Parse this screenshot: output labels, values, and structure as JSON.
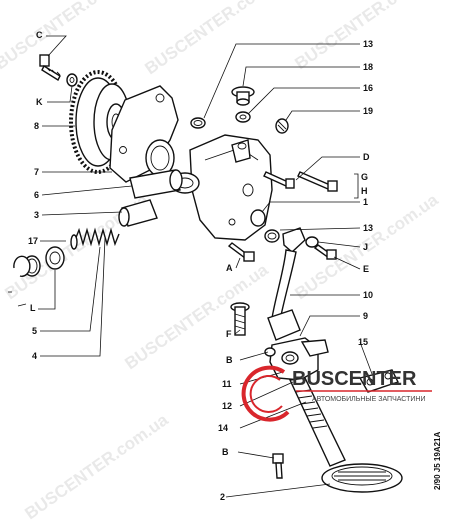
{
  "labels": {
    "C": "C",
    "K": "K",
    "n8": "8",
    "n7": "7",
    "n6": "6",
    "n3": "3",
    "n17": "17",
    "L": "L",
    "n5": "5",
    "n4": "4",
    "n13a": "13",
    "n18": "18",
    "n16": "16",
    "n19": "19",
    "D": "D",
    "G": "G",
    "H": "H",
    "n1": "1",
    "n13b": "13",
    "J": "J",
    "E": "E",
    "A": "A",
    "n10": "10",
    "n9": "9",
    "F": "F",
    "n15": "15",
    "B1": "B",
    "n11": "11",
    "n12": "12",
    "n14": "14",
    "B2": "B",
    "n2": "2"
  },
  "watermarks": [
    "BUSCENTER.com.ua",
    "BUSCENTER.com.ua",
    "BUSCENTER.com.ua",
    "BUSCENTER.com.ua",
    "BUSCENTER.com.ua",
    "BUSCENTER.com.ua",
    "BUSCENTER.com.ua"
  ],
  "logo": {
    "name": "BUSCENTER",
    "tagline": "АВТОМОБИЛЬНЫЕ ЗАПЧАСТИНИ"
  },
  "drawing_code": "2/90  J5  19A21A",
  "colors": {
    "logo_red": "#d9262c",
    "ink": "#111111",
    "watermark": "#d8d8d8"
  }
}
